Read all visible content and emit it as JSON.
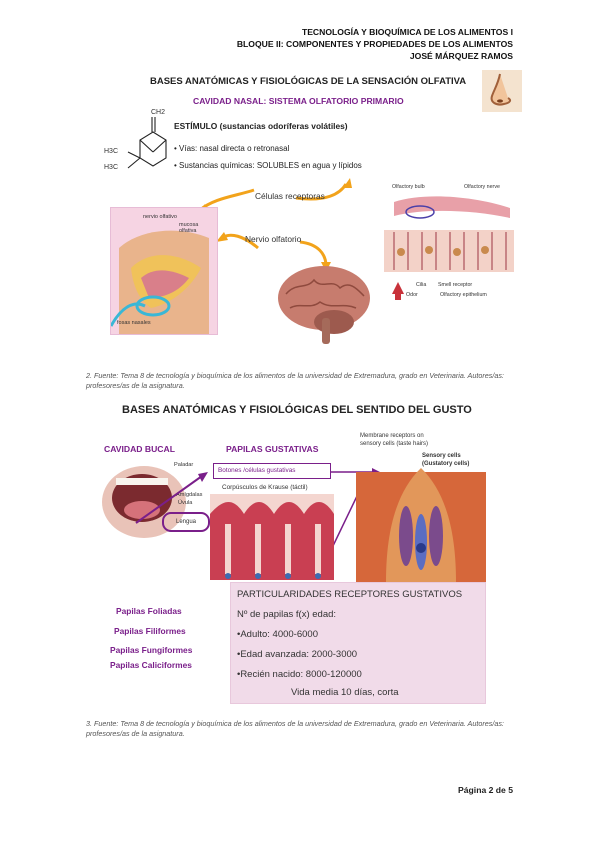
{
  "header": {
    "line1": "TECNOLOGÍA Y BIOQUÍMICA DE LOS ALIMENTOS I",
    "line2": "BLOQUE II: COMPONENTES Y PROPIEDADES DE LOS ALIMENTOS",
    "line3": "JOSÉ MÁRQUEZ RAMOS"
  },
  "olfato": {
    "title": "BASES ANATÓMICAS Y FISIOLÓGICAS DE LA SENSACIÓN OLFATIVA",
    "subtitle": "CAVIDAD NASAL: SISTEMA OLFATORIO PRIMARIO",
    "stimulus": "ESTÍMULO (sustancias odoríferas volátiles)",
    "bullets": [
      "Vías: nasal directa o retronasal",
      "Sustancias químicas: SOLUBLES en agua y lípidos"
    ],
    "receptor_label": "Células receptoras",
    "nerve_label": "Nervio olfatorio",
    "nose_labels": [
      "nervio olfativo",
      "mucosa olfativa",
      "fosas nasales"
    ],
    "epithelium_labels": [
      "Olfactory bulb",
      "Olfactory nerve",
      "Cilia",
      "Smell receptor",
      "Odor",
      "Olfactory epithelium"
    ],
    "molecule_labels": [
      "CH2",
      "H3C",
      "H3C"
    ],
    "caption": "2. Fuente: Tema 8 de tecnología y bioquímica de los alimentos de la universidad de Extremadura, grado en Veterinaria. Autores/as: profesores/as de la asignatura."
  },
  "gusto": {
    "title": "BASES ANATÓMICAS Y FISIOLÓGICAS DEL SENTIDO DEL GUSTO",
    "cavity_label": "CAVIDAD BUCAL",
    "papilas_label": "PAPILAS GUSTATIVAS",
    "mouth_labels": [
      "Paladar",
      "Amígdalas",
      "Úvula",
      "Lengua"
    ],
    "botones_label": "Botones /células gustativas",
    "krause_label": "Corpúsculos de Krause (táctil)",
    "taste_cell_labels": [
      "Membrane receptors on sensory cells (taste hairs)",
      "Sensory cells (Gustatory cells)"
    ],
    "papilas_types": [
      "Papilas Foliadas",
      "Papilas Filiformes",
      "Papilas Fungiformes",
      "Papilas Caliciformes"
    ],
    "particularidades": {
      "title": "PARTICULARIDADES RECEPTORES GUSTATIVOS",
      "lines": [
        "Nº de papilas f(x) edad:",
        "•Adulto: 4000-6000",
        "•Edad avanzada: 2000-3000",
        "•Recién nacido: 8000-120000"
      ],
      "footer": "Vida media 10 días, corta"
    },
    "caption": "3. Fuente: Tema 8 de tecnología y bioquímica de los alimentos de la universidad de Extremadura, grado en Veterinaria. Autores/as: profesores/as de la asignatura."
  },
  "footer": {
    "page_prefix": "Página",
    "page_num": "2",
    "page_of": "de",
    "page_total": "5"
  },
  "colors": {
    "purple": "#7a1f8a",
    "orange": "#f2a31b",
    "pink": "#f3d6e6"
  }
}
